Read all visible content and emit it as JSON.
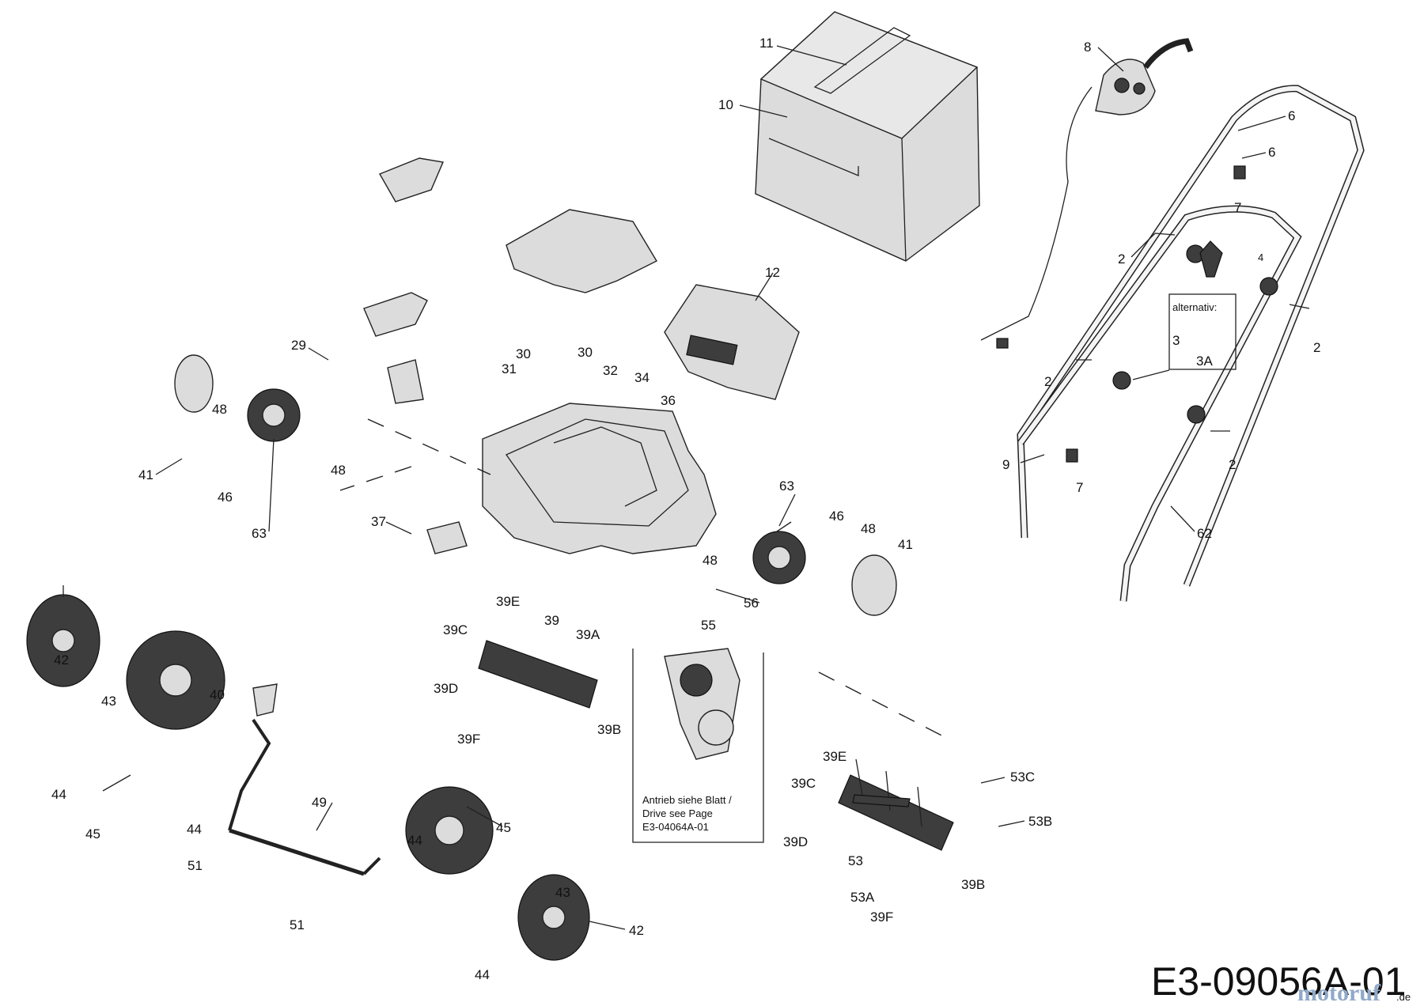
{
  "diagram_code": "E3-09056A-01",
  "watermark": "motoruf",
  "watermark_suffix": ".de",
  "drive_note": {
    "line1": "Antrieb siehe Blatt /",
    "line2": "Drive see Page",
    "line3": "E3-04064A-01"
  },
  "alternative_label": "alternativ:",
  "colors": {
    "ink": "#222222",
    "part_fill": "#dcdcdc",
    "dark_fill": "#3d3d3d",
    "watermark": "#8fa9c9"
  },
  "part_labels": [
    "11",
    "10",
    "8",
    "6",
    "6",
    "7",
    "2",
    "4",
    "2",
    "3",
    "3A",
    "2",
    "9",
    "2",
    "7",
    "62",
    "12",
    "29",
    "30",
    "30",
    "31",
    "32",
    "34",
    "36",
    "48",
    "41",
    "46",
    "63",
    "48",
    "37",
    "63",
    "46",
    "48",
    "48",
    "41",
    "56",
    "55",
    "39E",
    "39C",
    "39",
    "39A",
    "39D",
    "39F",
    "39B",
    "42",
    "43",
    "44",
    "40",
    "45",
    "44",
    "49",
    "51",
    "51",
    "44",
    "45",
    "43",
    "42",
    "44",
    "39E",
    "39C",
    "53C",
    "53B",
    "39D",
    "53",
    "39B",
    "53A",
    "39F"
  ]
}
